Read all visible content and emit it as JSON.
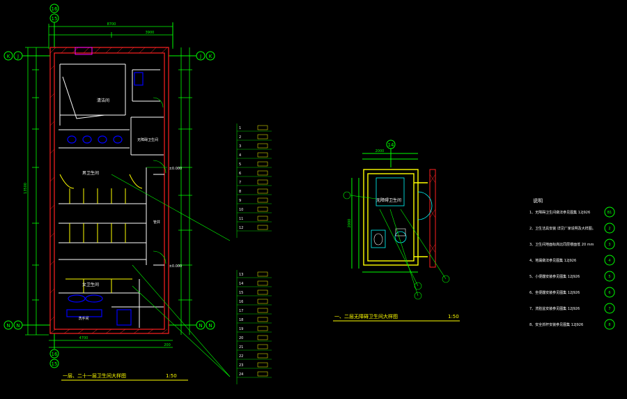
{
  "colors": {
    "background": "#000000",
    "wall": "#ff2020",
    "wall_hatch": "#ff3030",
    "dim": "#00ff00",
    "grid_axis": "#00ff00",
    "fixture": "#0000ff",
    "partition": "#ffff00",
    "note_text": "#ffffff",
    "title_text": "#ffff00",
    "callout": "#ff00ff",
    "cyan": "#00ffff",
    "leader": "#00ff00"
  },
  "left_plan": {
    "axis_top_1": "16",
    "axis_top_2": "15",
    "axis_bottom_1": "16",
    "axis_bottom_2": "15",
    "axis_left_top_1": "K",
    "axis_left_top_2": "J",
    "axis_left_bottom_1": "N",
    "axis_left_bottom_2": "N",
    "axis_right_top_1": "J",
    "axis_right_top_2": "K",
    "axis_right_bottom_1": "N",
    "axis_right_bottom_2": "N",
    "dim_top_total": "8700",
    "dim_top_seg": "3900",
    "dim_left_total": "13500",
    "dim_bottom_total": "4700",
    "dim_bottom_seg": "200",
    "room_1": "清洁间",
    "room_2": "无障碍卫生间",
    "room_3": "男卫生间",
    "room_4": "女卫生间",
    "room_5": "管井",
    "room_6": "洗手间",
    "level_1": "±0.000",
    "level_2": "±0.000",
    "title": "一层、二十一层卫生间大样图",
    "scale": "1:50"
  },
  "right_plan": {
    "axis_top": "14",
    "dim_top": "2000",
    "dim_side": "2000",
    "room": "无障碍卫生间",
    "title": "一、二层无障碍卫生间大样图",
    "scale": "1:50"
  },
  "schedule_rows": [
    "1",
    "2",
    "3",
    "4",
    "5",
    "6",
    "7",
    "8",
    "9",
    "10",
    "11",
    "12",
    "13",
    "14",
    "15",
    "16",
    "17",
    "18",
    "19",
    "20",
    "21",
    "22",
    "23",
    "24"
  ],
  "notes": {
    "heading": "说明",
    "items": [
      "1、无障碍卫生间做法参见图集 12J926",
      "2、卫生洁具安装 详见厂家说明及大样图。",
      "3、卫生间地面标高比同层楼面低 20 mm",
      "4、地漏做法参见图集 12J926",
      "5、小便器安装参见图集 12J926",
      "6、坐便器安装参见图集 12J926",
      "7、洗脸盆安装参见图集 12J926",
      "8、安全抓杆安装参见图集 12J926"
    ],
    "symbols": [
      "B1",
      "2",
      "3",
      "4",
      "5",
      "6",
      "7",
      "8"
    ]
  }
}
